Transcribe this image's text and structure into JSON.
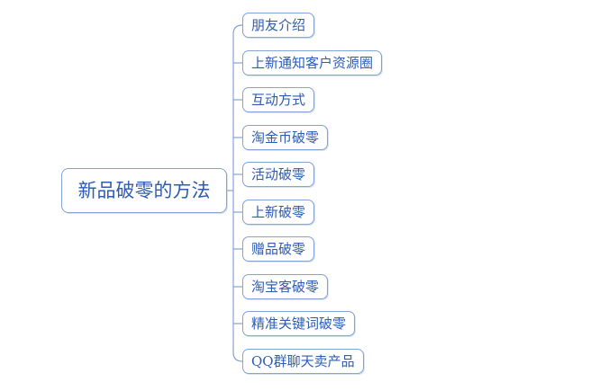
{
  "diagram": {
    "type": "mindmap",
    "root": {
      "label": "新品破零的方法"
    },
    "branches": [
      {
        "label": "朋友介绍"
      },
      {
        "label": "上新通知客户资源圈"
      },
      {
        "label": "互动方式"
      },
      {
        "label": "淘金币破零"
      },
      {
        "label": "活动破零"
      },
      {
        "label": "上新破零"
      },
      {
        "label": "赠品破零"
      },
      {
        "label": "淘宝客破零"
      },
      {
        "label": "精准关键词破零"
      },
      {
        "label": "QQ群聊天卖产品"
      }
    ],
    "colors": {
      "node_border": "#84a3d8",
      "node_text": "#2e5cb3",
      "connector": "#84a3d8",
      "background": "#ffffff"
    }
  }
}
